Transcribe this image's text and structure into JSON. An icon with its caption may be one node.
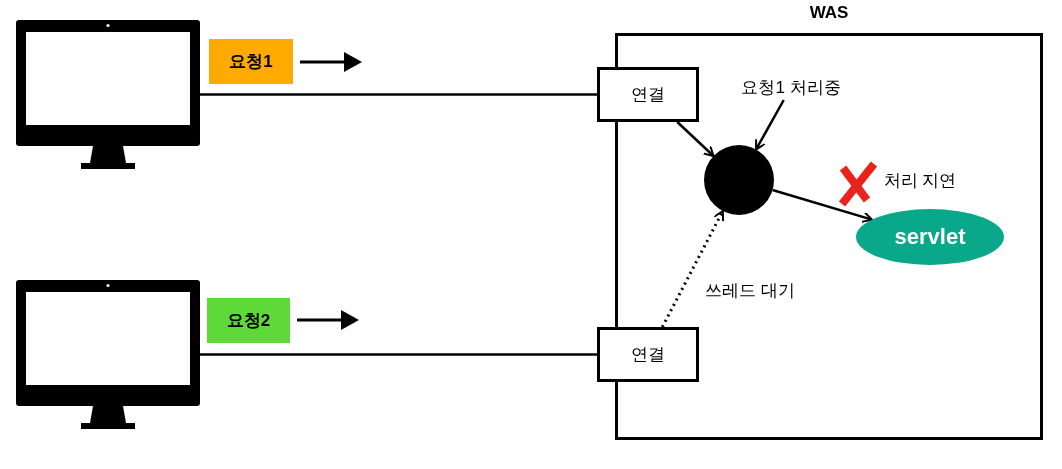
{
  "diagram": {
    "nodes": [
      {
        "text": [],
        "shape": "monitor"
      },
      {
        "text": [
          "요청1"
        ]
      },
      {
        "text": [],
        "shape": "monitor"
      },
      {
        "text": [
          "요청2"
        ]
      },
      {
        "text": [
          "WAS"
        ]
      },
      {
        "text": [
          "연결"
        ]
      },
      {
        "text": [
          "연결"
        ]
      },
      {
        "text": [],
        "shape": "circle",
        "in": 4
      },
      {
        "text": [
          "servlet"
        ],
        "in": 4
      },
      {
        "text": [
          "요청1 처리중"
        ],
        "in": 4
      }
    ],
    "edges": [
      {
        "from": 0,
        "to": 5,
        "arrow": "none"
      },
      {
        "from": 2,
        "to": 6,
        "arrow": "none"
      },
      {
        "from": 5,
        "to": 7,
        "arrow": "to"
      },
      {
        "from": 9,
        "to": 7,
        "arrow": "to"
      },
      {
        "from": 7,
        "to": 8,
        "arrow": "to",
        "label": "처리 지연"
      },
      {
        "from": 6,
        "to": 7,
        "arrow": "to",
        "style": "dashed",
        "label": "쓰레드 대기"
      }
    ]
  }
}
